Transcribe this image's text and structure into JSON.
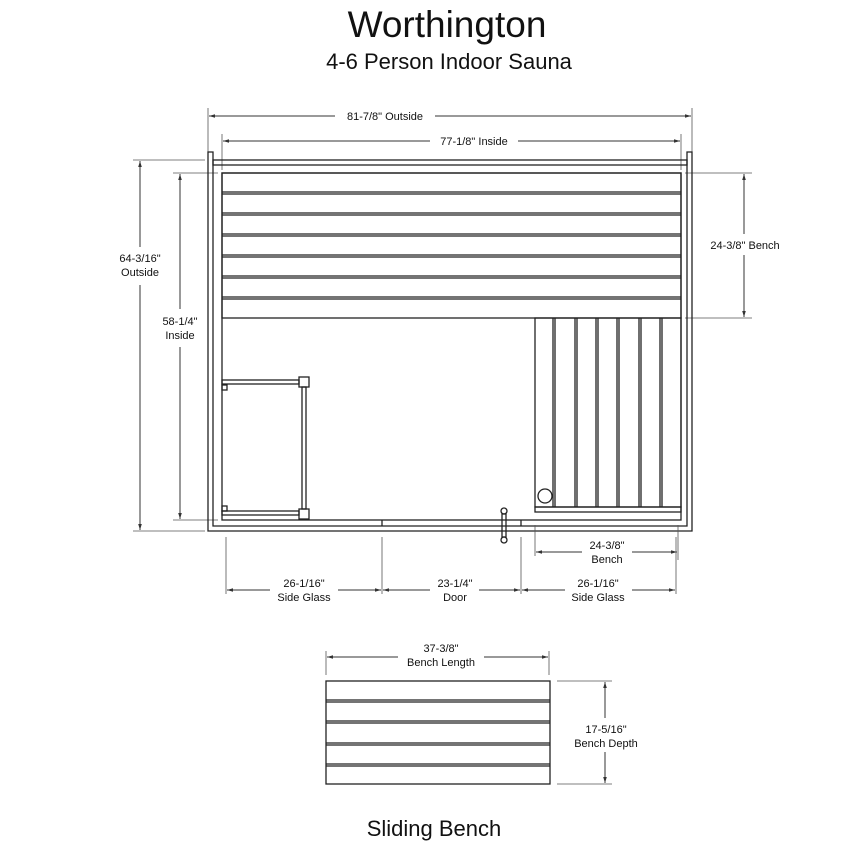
{
  "title": "Worthington",
  "subtitle": "4-6 Person Indoor Sauna",
  "dimensions": {
    "outside_width": "81-7/8\" Outside",
    "inside_width": "77-1/8\" Inside",
    "outside_depth": [
      "64-3/16\"",
      "Outside"
    ],
    "inside_depth": [
      "58-1/4\"",
      "Inside"
    ],
    "upper_bench": "24-3/8\" Bench",
    "lower_bench": [
      "24-3/8\"",
      "Bench"
    ],
    "side_glass_left": [
      "26-1/16\"",
      "Side Glass"
    ],
    "door": [
      "23-1/4\"",
      "Door"
    ],
    "side_glass_right": [
      "26-1/16\"",
      "Side Glass"
    ]
  },
  "sliding_bench": {
    "title": "Sliding Bench",
    "length": [
      "37-3/8\"",
      "Bench Length"
    ],
    "depth": [
      "17-5/16\"",
      "Bench Depth"
    ]
  }
}
